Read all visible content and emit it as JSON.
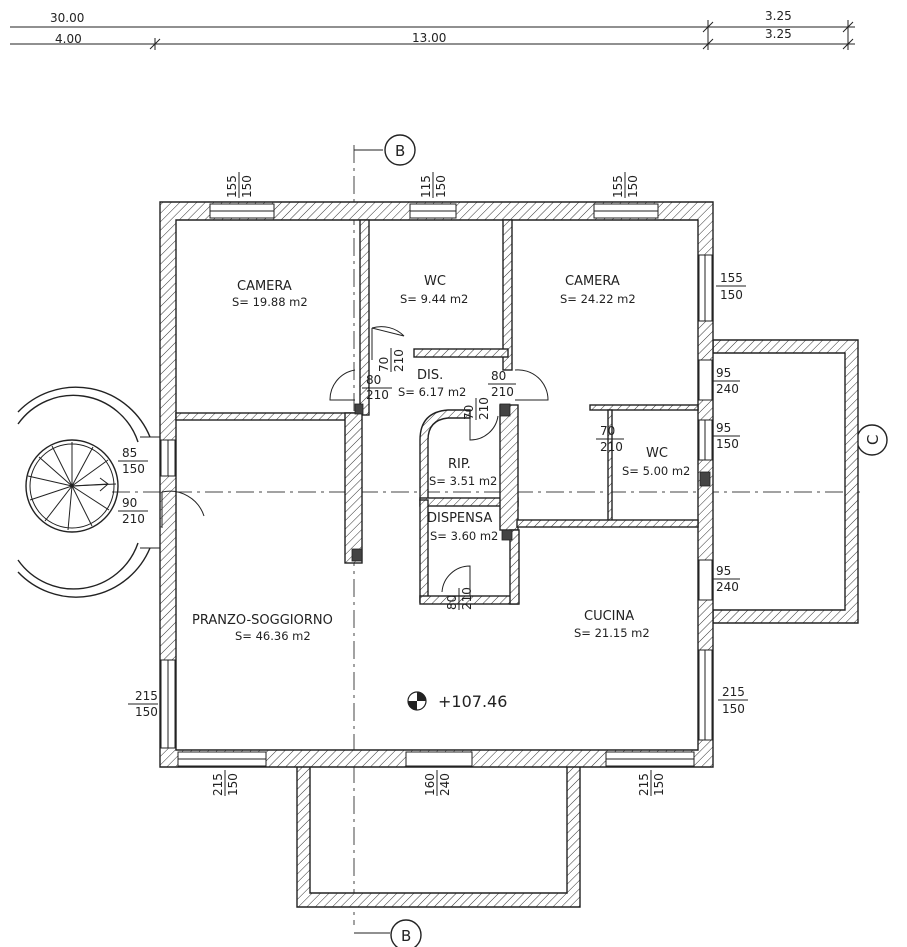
{
  "dimensions": {
    "top": {
      "total": "30.00",
      "right_a": "3.25",
      "left": "4.00",
      "middle": "13.00",
      "right_b": "3.25"
    }
  },
  "section_marks": {
    "b_top": "B",
    "b_bottom": "B",
    "c_right": "C"
  },
  "rooms": {
    "camera_1": {
      "name": "CAMERA",
      "area": "S= 19.88 m2"
    },
    "wc_1": {
      "name": "WC",
      "area": "S= 9.44 m2"
    },
    "camera_2": {
      "name": "CAMERA",
      "area": "S= 24.22 m2"
    },
    "dis": {
      "name": "DIS.",
      "area": "S= 6.17 m2"
    },
    "rip": {
      "name": "RIP.",
      "area": "S= 3.51 m2"
    },
    "dispensa": {
      "name": "DISPENSA",
      "area": "S= 3.60 m2"
    },
    "wc_2": {
      "name": "WC",
      "area": "S= 5.00 m2"
    },
    "pranzo": {
      "name": "PRANZO-SOGGIORNO",
      "area": "S= 46.36 m2"
    },
    "cucina": {
      "name": "CUCINA",
      "area": "S= 21.15 m2"
    }
  },
  "elevation": "+107.46",
  "openings": {
    "top_win_1": {
      "w": "155",
      "h": "150"
    },
    "top_win_2": {
      "w": "115",
      "h": "150"
    },
    "top_win_3": {
      "w": "155",
      "h": "150"
    },
    "right_win_1": {
      "w": "155",
      "h": "150"
    },
    "right_door_1": {
      "w": "95",
      "h": "240"
    },
    "right_win_2": {
      "w": "95",
      "h": "150"
    },
    "right_door_2": {
      "w": "95",
      "h": "240"
    },
    "right_win_3": {
      "w": "215",
      "h": "150"
    },
    "left_win_1": {
      "w": "85",
      "h": "150"
    },
    "left_door_1": {
      "w": "90",
      "h": "210"
    },
    "left_win_2": {
      "w": "215",
      "h": "150"
    },
    "bottom_win_1": {
      "w": "215",
      "h": "150"
    },
    "bottom_door_1": {
      "w": "160",
      "h": "240"
    },
    "bottom_win_2": {
      "w": "215",
      "h": "150"
    },
    "door_wc1": {
      "w": "70",
      "h": "210"
    },
    "door_dis_l": {
      "w": "80",
      "h": "210"
    },
    "door_dis_r": {
      "w": "80",
      "h": "210"
    },
    "door_rip": {
      "w": "70",
      "h": "210"
    },
    "door_wc2": {
      "w": "70",
      "h": "210"
    },
    "door_dispensa": {
      "w": "80",
      "h": "210"
    }
  }
}
